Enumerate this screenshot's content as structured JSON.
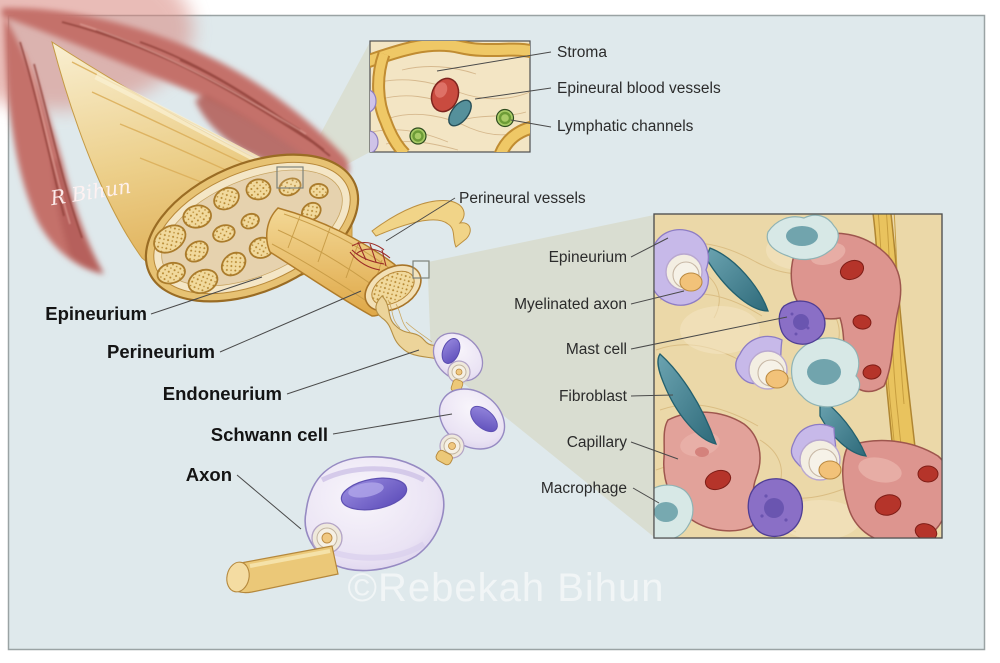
{
  "figure": {
    "watermark": "©Rebekah Bihun",
    "signature": "R Bihun"
  },
  "anatomy_labels": {
    "epineurium": "Epineurium",
    "perineurium": "Perineurium",
    "endoneurium": "Endoneurium",
    "schwann_cell": "Schwann cell",
    "axon": "Axon",
    "perineural_vessels": "Perineural vessels"
  },
  "top_inset": {
    "labels": {
      "stroma": "Stroma",
      "epineural_blood_vessels": "Epineural blood vessels",
      "lymphatic_channels": "Lymphatic channels"
    }
  },
  "right_inset": {
    "labels": {
      "epineurium": "Epineurium",
      "myelinated_axon": "Myelinated axon",
      "mast_cell": "Mast cell",
      "fibroblast": "Fibroblast",
      "capillary": "Capillary",
      "macrophage": "Macrophage"
    }
  },
  "colors": {
    "panel_background": "#dfe9ec",
    "projection_wedge": "#d9ddd1",
    "nerve_gold": "#e7c273",
    "muscle_red": "#c4716b",
    "schwann_lavender": "#e6e0f2",
    "capillary_pink": "#dd958f",
    "fibroblast_teal": "#4c8b9c",
    "mast_cell_purple": "#8a6fc6",
    "label_text": "#2b2b2b"
  }
}
